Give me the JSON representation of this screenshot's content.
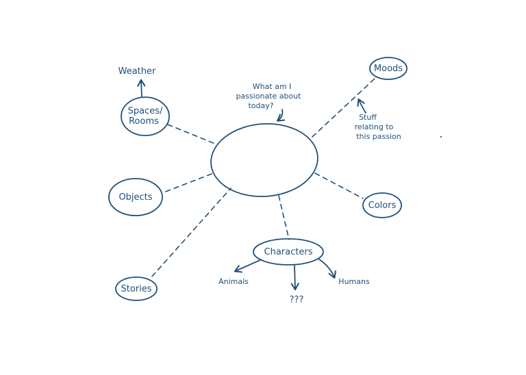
{
  "diagram": {
    "center_prompt": [
      "What am I",
      "passionate about",
      "today?"
    ],
    "nodes": {
      "spaces": [
        "Spaces/",
        "Rooms"
      ],
      "objects": "Objects",
      "stories": "Stories",
      "characters": "Characters",
      "colors": "Colors",
      "moods": "Moods"
    },
    "labels": {
      "weather": "Weather",
      "animals": "Animals",
      "unknown": "???",
      "humans": "Humans",
      "stuff_note": [
        "Stuff",
        "relating to",
        "this passion"
      ]
    },
    "ink_color": "#1f4f7a"
  }
}
